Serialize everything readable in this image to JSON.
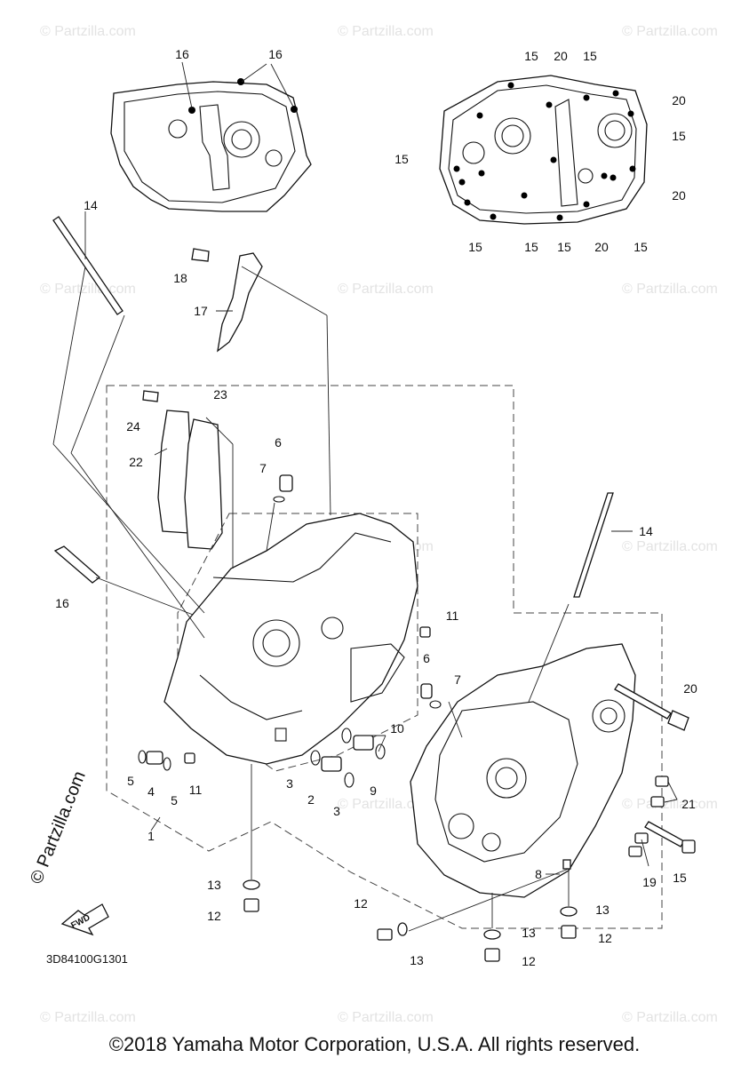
{
  "diagram": {
    "code": "3D84100G1301",
    "copyright": "©2018 Yamaha Motor Corporation, U.S.A. All rights reserved.",
    "watermark": "© Partzilla.com",
    "watermark_small": "© Partzilla.com",
    "fwd_label": "FWD",
    "labels": [
      {
        "id": "top-left-16a",
        "text": "16"
      },
      {
        "id": "top-left-16b",
        "text": "16"
      },
      {
        "id": "top-right-15a",
        "text": "15"
      },
      {
        "id": "top-right-20a",
        "text": "20"
      },
      {
        "id": "top-right-15b",
        "text": "15"
      },
      {
        "id": "top-right-20b",
        "text": "20"
      },
      {
        "id": "top-right-15c",
        "text": "15"
      },
      {
        "id": "top-right-15d",
        "text": "15"
      },
      {
        "id": "top-right-20c",
        "text": "20"
      },
      {
        "id": "top-right-15e",
        "text": "15"
      },
      {
        "id": "top-right-15f",
        "text": "15"
      },
      {
        "id": "top-right-15g",
        "text": "15"
      },
      {
        "id": "top-right-20d",
        "text": "20"
      },
      {
        "id": "top-right-15h",
        "text": "15"
      },
      {
        "id": "left-14",
        "text": "14"
      },
      {
        "id": "l18",
        "text": "18"
      },
      {
        "id": "l17",
        "text": "17"
      },
      {
        "id": "l23",
        "text": "23"
      },
      {
        "id": "l24",
        "text": "24"
      },
      {
        "id": "l22",
        "text": "22"
      },
      {
        "id": "l6a",
        "text": "6"
      },
      {
        "id": "l7a",
        "text": "7"
      },
      {
        "id": "l16",
        "text": "16"
      },
      {
        "id": "l14b",
        "text": "14"
      },
      {
        "id": "l11a",
        "text": "11"
      },
      {
        "id": "l6b",
        "text": "6"
      },
      {
        "id": "l7b",
        "text": "7"
      },
      {
        "id": "l10",
        "text": "10"
      },
      {
        "id": "l20",
        "text": "20"
      },
      {
        "id": "l5a",
        "text": "5"
      },
      {
        "id": "l4",
        "text": "4"
      },
      {
        "id": "l5b",
        "text": "5"
      },
      {
        "id": "l11b",
        "text": "11"
      },
      {
        "id": "l3a",
        "text": "3"
      },
      {
        "id": "l2",
        "text": "2"
      },
      {
        "id": "l3b",
        "text": "3"
      },
      {
        "id": "l9",
        "text": "9"
      },
      {
        "id": "l21",
        "text": "21"
      },
      {
        "id": "l1",
        "text": "1"
      },
      {
        "id": "l19",
        "text": "19"
      },
      {
        "id": "l15",
        "text": "15"
      },
      {
        "id": "l8",
        "text": "8"
      },
      {
        "id": "l13a",
        "text": "13"
      },
      {
        "id": "l12a",
        "text": "12"
      },
      {
        "id": "l12b",
        "text": "12"
      },
      {
        "id": "l13b",
        "text": "13"
      },
      {
        "id": "l13c",
        "text": "13"
      },
      {
        "id": "l12c",
        "text": "12"
      },
      {
        "id": "l13d",
        "text": "13"
      },
      {
        "id": "l12d",
        "text": "12"
      }
    ]
  }
}
